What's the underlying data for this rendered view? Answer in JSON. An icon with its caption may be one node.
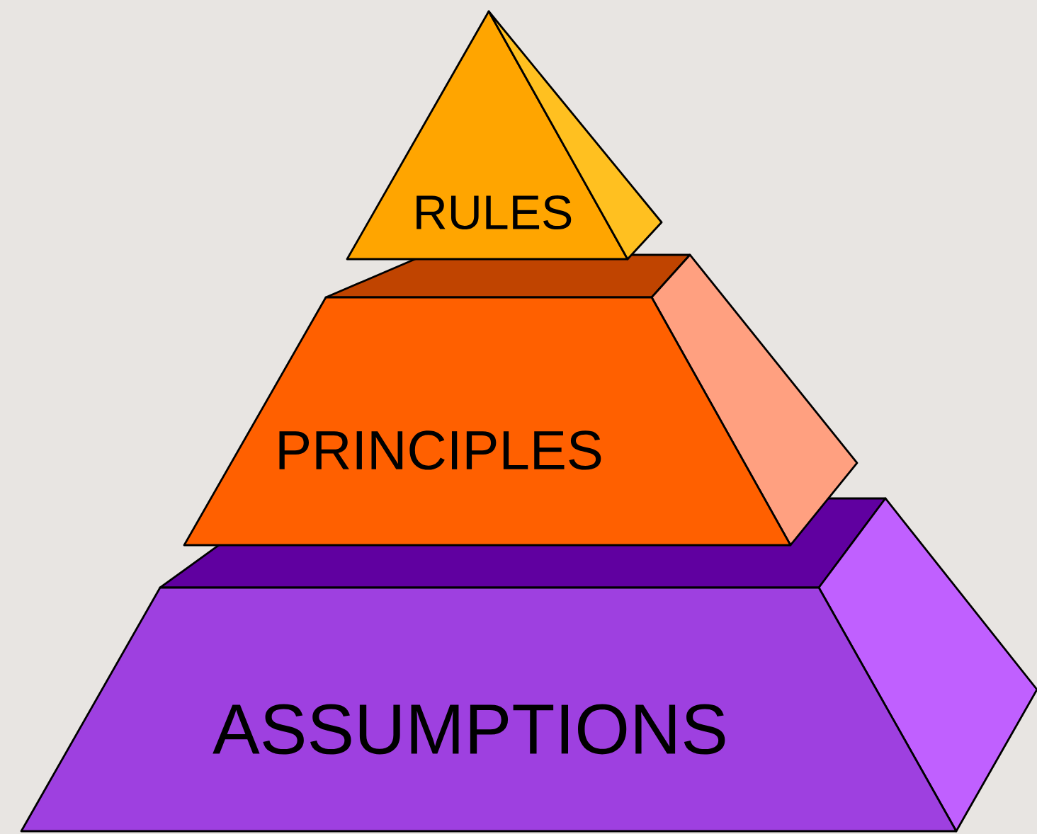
{
  "diagram": {
    "nodes": [
      {
        "text": [
          "RULES"
        ]
      },
      {
        "text": [
          "PRINCIPLES"
        ]
      },
      {
        "text": [
          "ASSUMPTIONS"
        ]
      }
    ]
  }
}
